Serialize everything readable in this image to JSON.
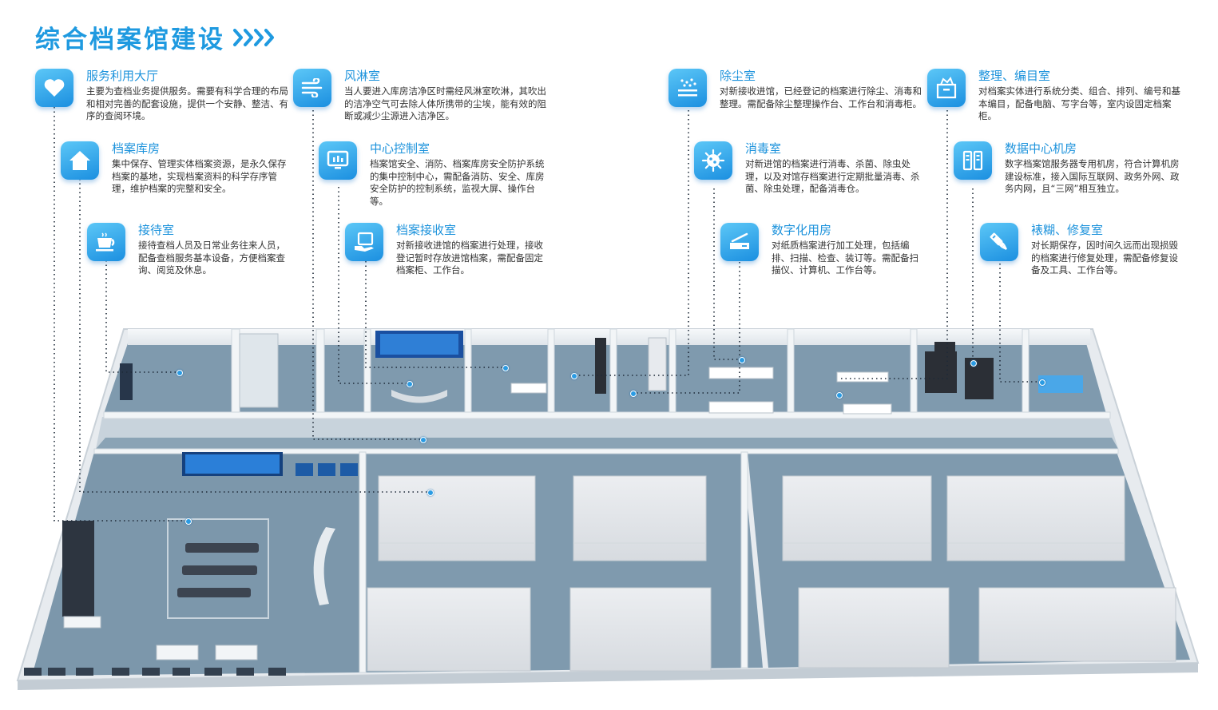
{
  "title": "综合档案馆建设",
  "cards": [
    {
      "id": "service",
      "title": "服务利用大厅",
      "icon": "heart-icon",
      "desc": "主要为查档业务提供服务。需要有科学合理的布局和相对完善的配套设施，提供一个安静、整洁、有序的查阅环境。"
    },
    {
      "id": "storage",
      "title": "档案库房",
      "icon": "house-icon",
      "desc": "集中保存、管理实体档案资源，是永久保存档案的基地，实现档案资料的科学存序管理，维护档案的完整和安全。"
    },
    {
      "id": "reception",
      "title": "接待室",
      "icon": "coffee-cup-icon",
      "desc": "接待查档人员及日常业务往来人员，配备查档服务基本设备，方便档案查询、阅览及休息。"
    },
    {
      "id": "airshower",
      "title": "风淋室",
      "icon": "wind-icon",
      "desc": "当人要进入库房洁净区时需经风淋室吹淋，其吹出的洁净空气可去除人体所携带的尘埃，能有效的阻断或减少尘源进入洁净区。"
    },
    {
      "id": "control",
      "title": "中心控制室",
      "icon": "monitor-icon",
      "desc": "档案馆安全、消防、档案库房安全防护系统的集中控制中心，需配备消防、安全、库房安全防护的控制系统，监视大屏、操作台等。"
    },
    {
      "id": "receiving",
      "title": "档案接收室",
      "icon": "document-hand-icon",
      "desc": "对新接收进馆的档案进行处理，接收登记暂时存放进馆档案，需配备固定档案柜、工作台。"
    },
    {
      "id": "dust",
      "title": "除尘室",
      "icon": "dust-icon",
      "desc": "对新接收进馆，已经登记的档案进行除尘、消毒和整理。需配备除尘整理操作台、工作台和消毒柜。"
    },
    {
      "id": "disinfect",
      "title": "消毒室",
      "icon": "virus-icon",
      "desc": "对新进馆的档案进行消毒、杀菌、除虫处理，以及对馆存档案进行定期批量消毒、杀菌、除虫处理，配备消毒仓。"
    },
    {
      "id": "digital",
      "title": "数字化用房",
      "icon": "scanner-icon",
      "desc": "对纸质档案进行加工处理，包括编排、扫描、检查、装订等。需配备扫描仪、计算机、工作台等。"
    },
    {
      "id": "arrange",
      "title": "整理、编目室",
      "icon": "box-icon",
      "desc": "对档案实体进行系统分类、组合、排列、编号和基本编目，配备电脑、写字台等，室内设固定档案柜。"
    },
    {
      "id": "datacenter",
      "title": "数据中心机房",
      "icon": "server-icon",
      "desc": "数字档案馆服务器专用机房，符合计算机房建设标准，接入国际互联网、政务外网、政务内网，且“三网”相互独立。"
    },
    {
      "id": "repair",
      "title": "裱糊、修复室",
      "icon": "brush-icon",
      "desc": "对长期保存，因时间久远而出现损毁的档案进行修复处理，需配备修复设备及工具、工作台等。"
    }
  ],
  "colors": {
    "accent": "#1f9ae0",
    "floor": "#7c97ab",
    "wall": "#eef2f5",
    "cabinet": "#e3e6ea",
    "dot": "#2a9be3"
  }
}
